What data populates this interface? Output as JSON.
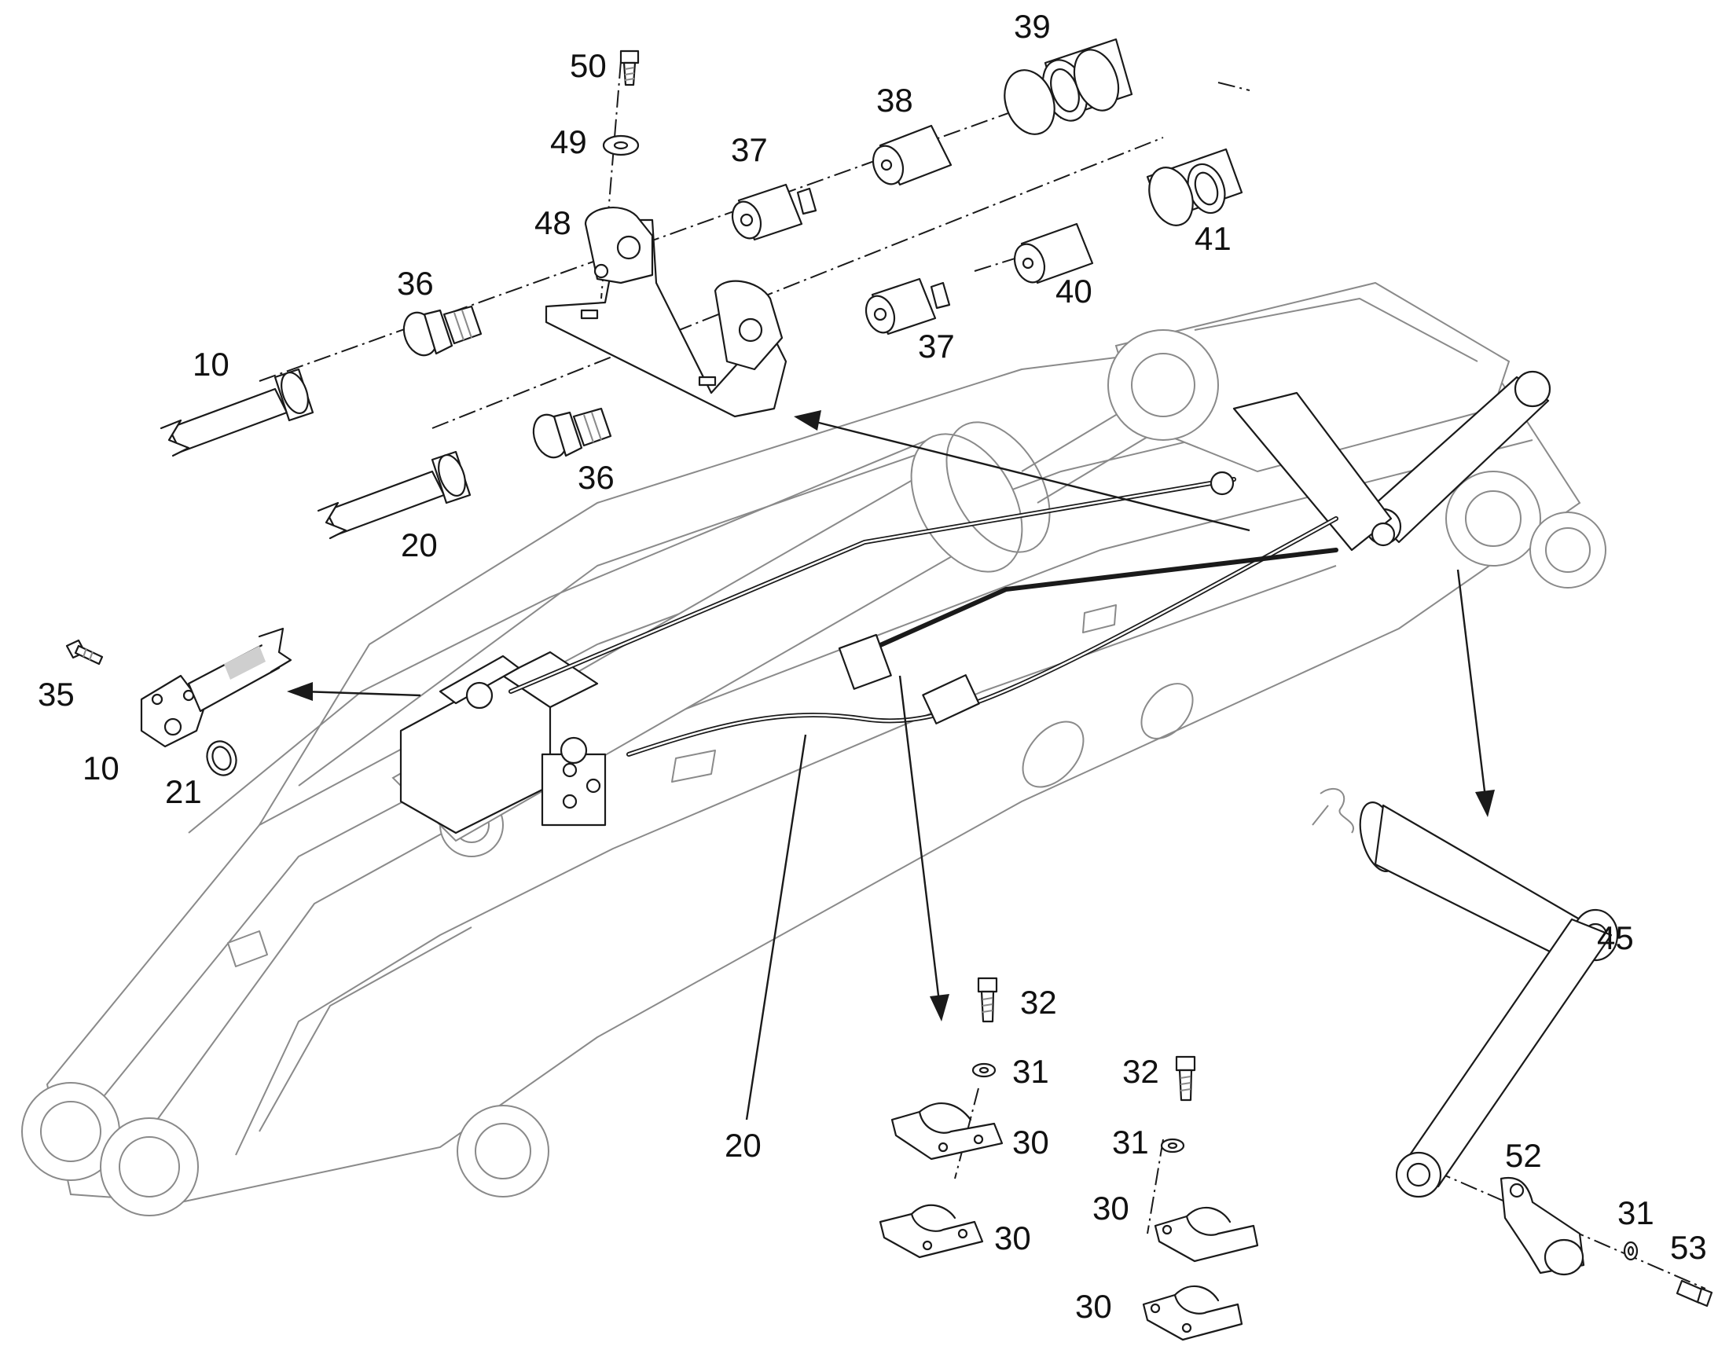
{
  "callouts": [
    {
      "id": "c-50",
      "text": "50"
    },
    {
      "id": "c-49",
      "text": "49"
    },
    {
      "id": "c-39",
      "text": "39"
    },
    {
      "id": "c-38",
      "text": "38"
    },
    {
      "id": "c-37a",
      "text": "37"
    },
    {
      "id": "c-48",
      "text": "48"
    },
    {
      "id": "c-41",
      "text": "41"
    },
    {
      "id": "c-36a",
      "text": "36"
    },
    {
      "id": "c-40",
      "text": "40"
    },
    {
      "id": "c-37b",
      "text": "37"
    },
    {
      "id": "c-10a",
      "text": "10"
    },
    {
      "id": "c-36b",
      "text": "36"
    },
    {
      "id": "c-20a",
      "text": "20"
    },
    {
      "id": "c-35",
      "text": "35"
    },
    {
      "id": "c-10b",
      "text": "10"
    },
    {
      "id": "c-21",
      "text": "21"
    },
    {
      "id": "c-45",
      "text": "45"
    },
    {
      "id": "c-32a",
      "text": "32"
    },
    {
      "id": "c-31a",
      "text": "31"
    },
    {
      "id": "c-30a",
      "text": "30"
    },
    {
      "id": "c-30b",
      "text": "30"
    },
    {
      "id": "c-20b",
      "text": "20"
    },
    {
      "id": "c-32b",
      "text": "32"
    },
    {
      "id": "c-31b",
      "text": "31"
    },
    {
      "id": "c-30c",
      "text": "30"
    },
    {
      "id": "c-30d",
      "text": "30"
    },
    {
      "id": "c-52",
      "text": "52"
    },
    {
      "id": "c-31c",
      "text": "31"
    },
    {
      "id": "c-53",
      "text": "53"
    }
  ]
}
